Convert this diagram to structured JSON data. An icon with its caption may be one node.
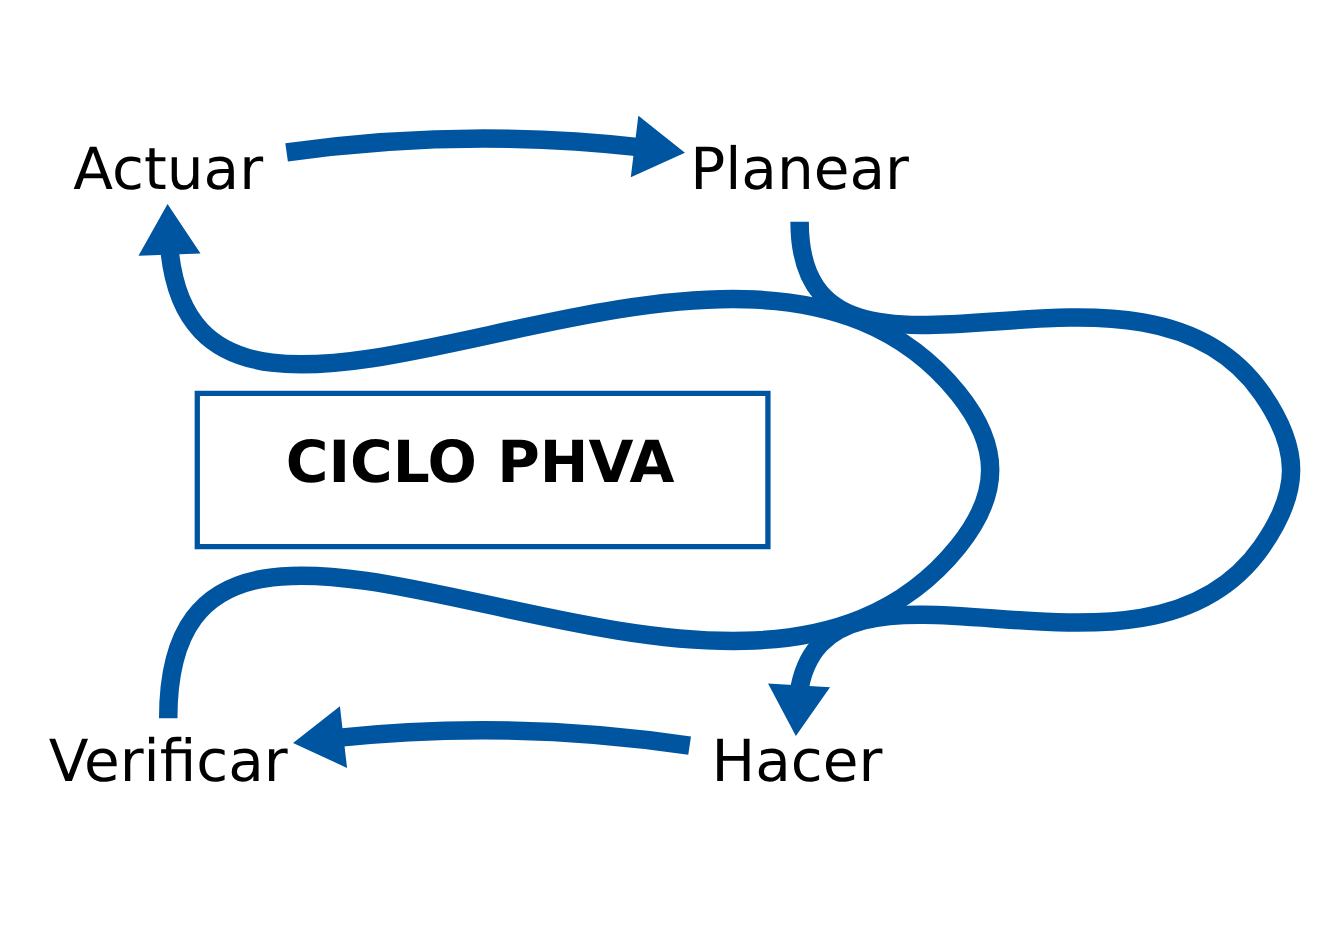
{
  "diagram": {
    "nodes": [
      {
        "text": [
          "Actuar"
        ]
      },
      {
        "text": [
          "Planear"
        ]
      },
      {
        "text": [
          "CICLO PHVA"
        ]
      },
      {
        "text": [
          "Verificar"
        ]
      },
      {
        "text": [
          "Hacer"
        ]
      }
    ],
    "edges": [
      {
        "from": 0,
        "to": 1,
        "arrow": "to"
      },
      {
        "from": 1,
        "to": 4,
        "arrow": "to"
      },
      {
        "from": 4,
        "to": 3,
        "arrow": "to"
      },
      {
        "from": 3,
        "to": 0,
        "arrow": "to"
      }
    ]
  }
}
